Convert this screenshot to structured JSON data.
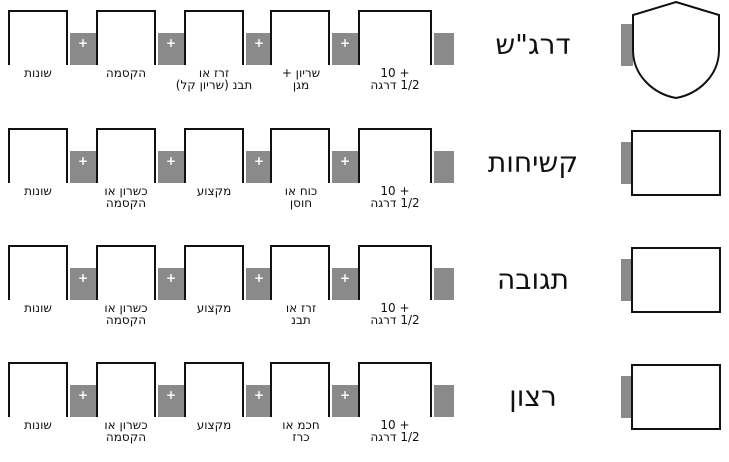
{
  "rows": [
    {
      "name": "דרג\"ש",
      "plus": [
        "+",
        "+",
        "+",
        "+"
      ],
      "slots": [
        {
          "line1": "שונות",
          "line2": ""
        },
        {
          "line1": "הקסמה",
          "line2": ""
        },
        {
          "line1": "זרז או",
          "line2": "תבנ (שריון קל)"
        },
        {
          "line1": "שריון +",
          "line2": "מגן"
        },
        {
          "line1": "+ 10",
          "line2": "1/2 דרגה"
        }
      ],
      "side_icon": "shield-icon"
    },
    {
      "name": "קשיחות",
      "plus": [
        "+",
        "+",
        "+",
        "+"
      ],
      "slots": [
        {
          "line1": "שונות",
          "line2": ""
        },
        {
          "line1": "כשרון או",
          "line2": "הקסמה"
        },
        {
          "line1": "מקצוע",
          "line2": ""
        },
        {
          "line1": "כוח או",
          "line2": "חוסן"
        },
        {
          "line1": "+ 10",
          "line2": "1/2 דרגה"
        }
      ],
      "side_icon": "box-icon"
    },
    {
      "name": "תגובה",
      "plus": [
        "+",
        "+",
        "+",
        "+"
      ],
      "slots": [
        {
          "line1": "שונות",
          "line2": ""
        },
        {
          "line1": "כשרון או",
          "line2": "הקסמה"
        },
        {
          "line1": "מקצוע",
          "line2": ""
        },
        {
          "line1": "זרז או",
          "line2": "תבנ"
        },
        {
          "line1": "+ 10",
          "line2": "1/2 דרגה"
        }
      ],
      "side_icon": "box-icon"
    },
    {
      "name": "רצון",
      "plus": [
        "+",
        "+",
        "+",
        "+"
      ],
      "slots": [
        {
          "line1": "שונות",
          "line2": ""
        },
        {
          "line1": "כשרון או",
          "line2": "הקסמה"
        },
        {
          "line1": "מקצוע",
          "line2": ""
        },
        {
          "line1": "חכמ או",
          "line2": "כרז"
        },
        {
          "line1": "+ 10",
          "line2": "1/2 דרגה"
        }
      ],
      "side_icon": "box-icon"
    }
  ]
}
